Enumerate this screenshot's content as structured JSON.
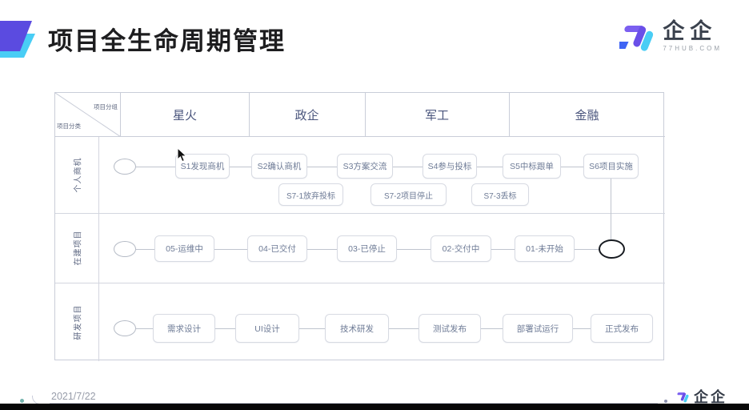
{
  "title": "项目全生命周期管理",
  "brand": {
    "name": "企企",
    "domain": "77HUB.COM"
  },
  "matrix": {
    "corner_top": "项目分组",
    "corner_bottom": "项目分类",
    "columns": [
      "星火",
      "政企",
      "军工",
      "金融"
    ],
    "lanes": [
      "个人商机",
      "在建项目",
      "研发项目"
    ]
  },
  "flow": {
    "opportunity_main": [
      "S1发现商机",
      "S2确认商机",
      "S3方案交流",
      "S4参与投标",
      "S5中标跟单",
      "S6项目实施"
    ],
    "opportunity_alt": [
      "S7-1放弃投标",
      "S7-2项目停止",
      "S7-3丢标"
    ],
    "construction": [
      "05-运维中",
      "04-已交付",
      "03-已停止",
      "02-交付中",
      "01-未开始"
    ],
    "rnd": [
      "需求设计",
      "UI设计",
      "技术研发",
      "测试发布",
      "部署试运行",
      "正式发布"
    ]
  },
  "footer": {
    "date": "2021/7/22",
    "brand_name": "企企"
  },
  "colors": {
    "purple": "#6a53e8",
    "cyan": "#49cdf5",
    "accent_blue": "#3f64f4"
  }
}
